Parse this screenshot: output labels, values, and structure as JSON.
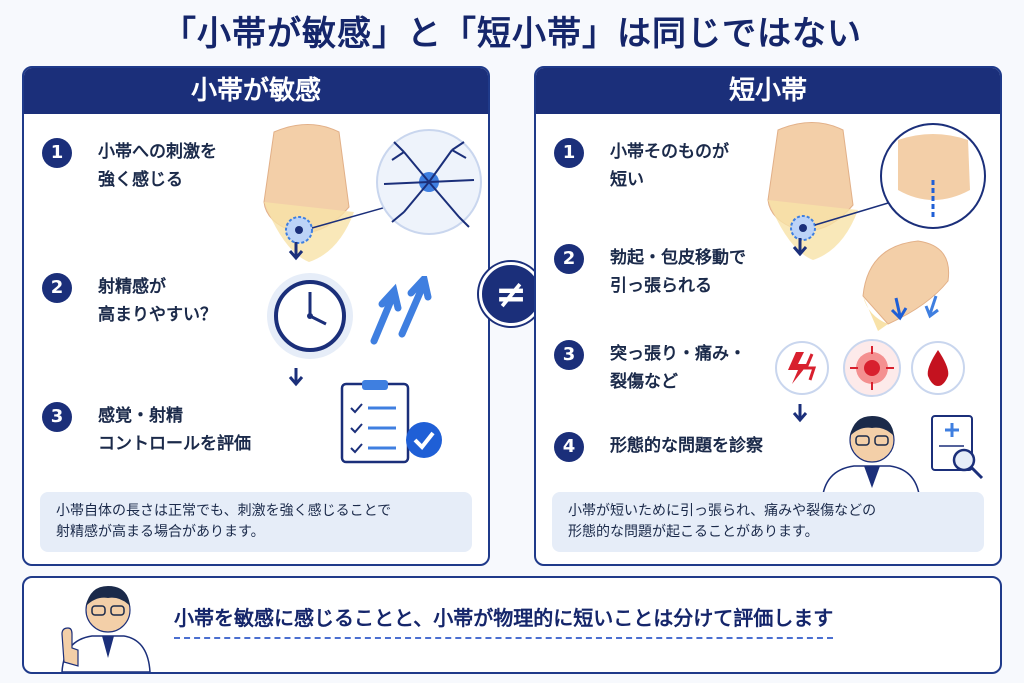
{
  "title": "「小帯が敏感」と「短小帯」は同じではない",
  "left": {
    "header": "小帯が敏感",
    "steps": [
      {
        "num": "1",
        "line1": "小帯への刺激を",
        "line2": "強く感じる"
      },
      {
        "num": "2",
        "line1": "射精感が",
        "line2": "高まりやすい？"
      },
      {
        "num": "3",
        "line1": "感覚・射精",
        "line2": "コントロールを評価"
      }
    ],
    "note_line1": "小帯自体の長さは正常でも、刺激を強く感じることで",
    "note_line2": "射精感が高まる場合があります。"
  },
  "right": {
    "header": "短小帯",
    "steps": [
      {
        "num": "1",
        "line1": "小帯そのものが",
        "line2": "短い"
      },
      {
        "num": "2",
        "line1": "勃起・包皮移動で",
        "line2": "引っ張られる"
      },
      {
        "num": "3",
        "line1": "突っ張り・痛み・",
        "line2": "裂傷など"
      },
      {
        "num": "4",
        "line1": "形態的な問題を診察",
        "line2": ""
      }
    ],
    "note_line1": "小帯が短いために引っ張られ、痛みや裂傷などの",
    "note_line2": "形態的な問題が起こることがあります。"
  },
  "neq_symbol": "≠",
  "summary": "小帯を敏感に感じることと、小帯が物理的に短いことは分けて評価します",
  "colors": {
    "navy": "#1b2f7a",
    "accent_blue": "#3f7fe0",
    "skin": "#f3cfa8",
    "red": "#d8202e",
    "note_bg": "#e6edf8"
  },
  "icons": [
    "nerve-icon",
    "clock-icon",
    "up-arrows-icon",
    "checklist-icon",
    "lightning-icon",
    "pain-burst-icon",
    "blood-drop-icon",
    "doctor-icon",
    "chart-magnifier-icon"
  ]
}
